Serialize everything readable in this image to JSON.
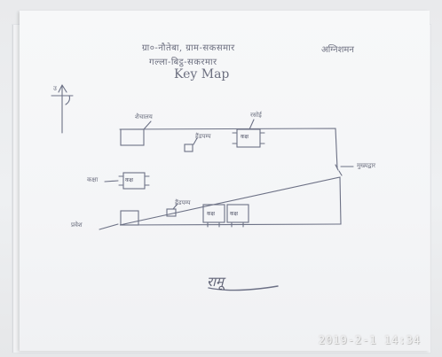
{
  "photo": {
    "timestamp": "2019-2-1 14:34"
  },
  "sketch": {
    "title_lines": [
      "ग्रा०-नौतेबा, ग्राम-सकसमार",
      "गल्ला-बिट्ठ-सकरमार",
      "Key Map"
    ],
    "tag": "अग्निशमन",
    "compass_label": "उ",
    "labels": {
      "top_left": "शैचालय",
      "top_right": "रसोई",
      "left": "कक्षा",
      "bottom_left": "प्रवेश",
      "right": "मुख्यद्वार",
      "dot_1": "हैंडपम्प",
      "dot_2": "हैंडपम्प"
    },
    "room_labels": {
      "top_right": "कक्ष",
      "left": "कक्ष",
      "bottom_1": "कक्ष",
      "bottom_2": "कक्ष"
    },
    "signature": "रामू"
  },
  "colors": {
    "ink": "#4a4e62",
    "paper": "#f4f5f7"
  }
}
